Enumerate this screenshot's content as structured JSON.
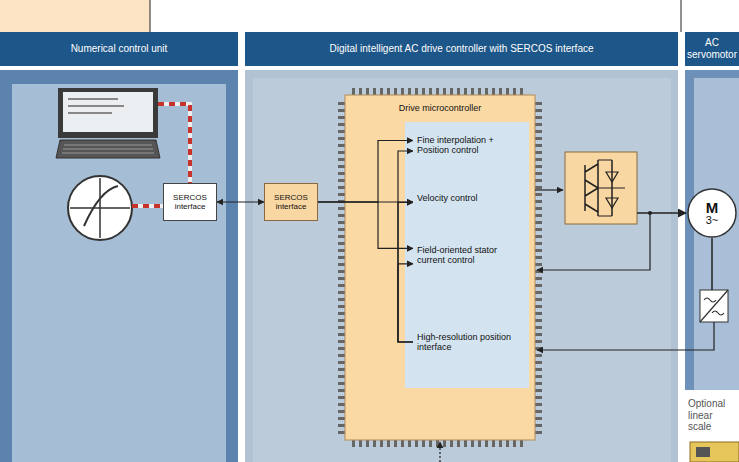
{
  "diagram": {
    "nodes": [
      {
        "text": [
          "Numerical control unit"
        ]
      },
      {
        "text": [
          "Digital intelligent AC drive controller with SERCOS interface"
        ]
      },
      {
        "text": [
          "AC servomotor"
        ]
      },
      {
        "text": [
          "SERCOS interface"
        ]
      },
      {
        "text": [
          "SERCOS interface"
        ]
      },
      {
        "text": [
          "Drive microcontroller"
        ]
      },
      {
        "text": [
          "Fine interpolation + Position control"
        ],
        "in": 5
      },
      {
        "text": [
          "Velocity control"
        ],
        "in": 5
      },
      {
        "text": [
          "Field-oriented stator current control"
        ],
        "in": 5
      },
      {
        "text": [
          "High-resolution position interface"
        ],
        "in": 5
      },
      {
        "text": [
          "M",
          "3~"
        ]
      }
    ],
    "edges": [
      {
        "from": 3,
        "to": 4,
        "arrow": "both"
      },
      {
        "from": 4,
        "to": 6,
        "arrow": "to"
      },
      {
        "from": 4,
        "to": 7,
        "arrow": "to"
      },
      {
        "from": 4,
        "to": 8,
        "arrow": "to"
      },
      {
        "from": 9,
        "to": 6,
        "arrow": "to"
      },
      {
        "from": 9,
        "to": 7,
        "arrow": "to"
      },
      {
        "from": 9,
        "to": 8,
        "arrow": "to"
      }
    ],
    "labels": [
      "Optional linear scale"
    ]
  }
}
